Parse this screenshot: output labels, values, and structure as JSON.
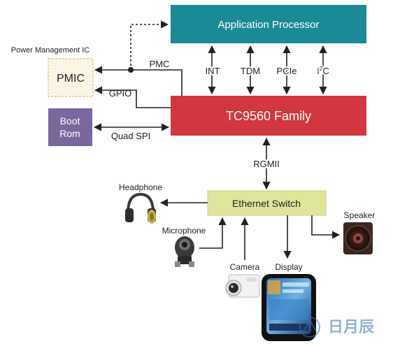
{
  "blocks": {
    "application_processor": "Application Processor",
    "tc9560": "TC9560 Family",
    "pmic": "PMIC",
    "pmic_caption": "Power Management IC",
    "boot_rom_line1": "Boot",
    "boot_rom_line2": "Rom",
    "ethernet_switch": "Ethernet Switch"
  },
  "links": {
    "pmc": "PMC",
    "gpio": "GPIO",
    "quad_spi": "Quad SPI",
    "int": "INT",
    "tdm": "TDM",
    "pcie": "PCIe",
    "i2c_prefix": "I",
    "i2c_sup": "2",
    "i2c_suffix": "C",
    "rgmii": "RGMII"
  },
  "devices": {
    "headphone": "Headphone",
    "microphone": "Microphone",
    "camera": "Camera",
    "display": "Display",
    "speaker": "Speaker"
  },
  "watermark": "日月辰",
  "colors": {
    "app_processor": "#1a8a96",
    "tc9560": "#d2363e",
    "boot_rom": "#7b679f",
    "ethernet_switch": "#dfe69a",
    "pmic_fill": "#fbf5e6",
    "pmic_border": "#d8b88a"
  }
}
